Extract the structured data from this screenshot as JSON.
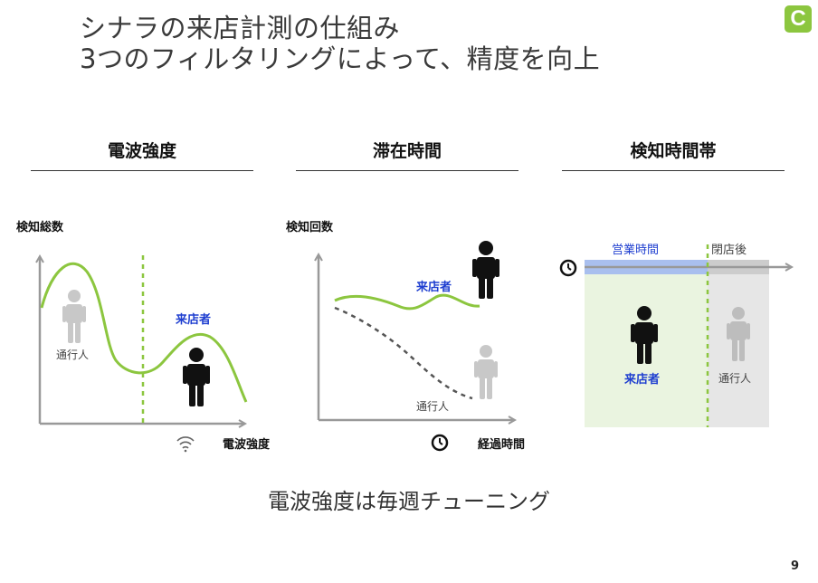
{
  "title": {
    "line1": "シナラの来店計測の仕組み",
    "line2": "3つのフィルタリングによって、精度を向上"
  },
  "logo": {
    "letter": "C",
    "color": "#8cc63f"
  },
  "sections": [
    {
      "title": "電波強度",
      "y_label": "検知総数",
      "x_label": "電波強度",
      "passerby_label": "通行人",
      "visitor_label": "来店者",
      "x_icon": "wifi-icon"
    },
    {
      "title": "滞在時間",
      "y_label": "検知回数",
      "x_label": "経過時間",
      "passerby_label": "通行人",
      "visitor_label": "来店者",
      "x_icon": "clock-icon"
    },
    {
      "title": "検知時間帯",
      "business_hours_label": "営業時間",
      "after_close_label": "閉店後",
      "passerby_label": "通行人",
      "visitor_label": "来店者",
      "axis_icon": "clock-icon"
    }
  ],
  "caption": "電波強度は毎週チューニング",
  "page_number": "9",
  "colors": {
    "green": "#8cc63f",
    "blue_label": "#1f3fd0",
    "visitor_figure": "#111111",
    "passerby_figure": "#c8c8c8",
    "business_band": "#eaf4e0",
    "after_close_band": "#e6e6e6",
    "time_bar": "#a9bfee"
  }
}
